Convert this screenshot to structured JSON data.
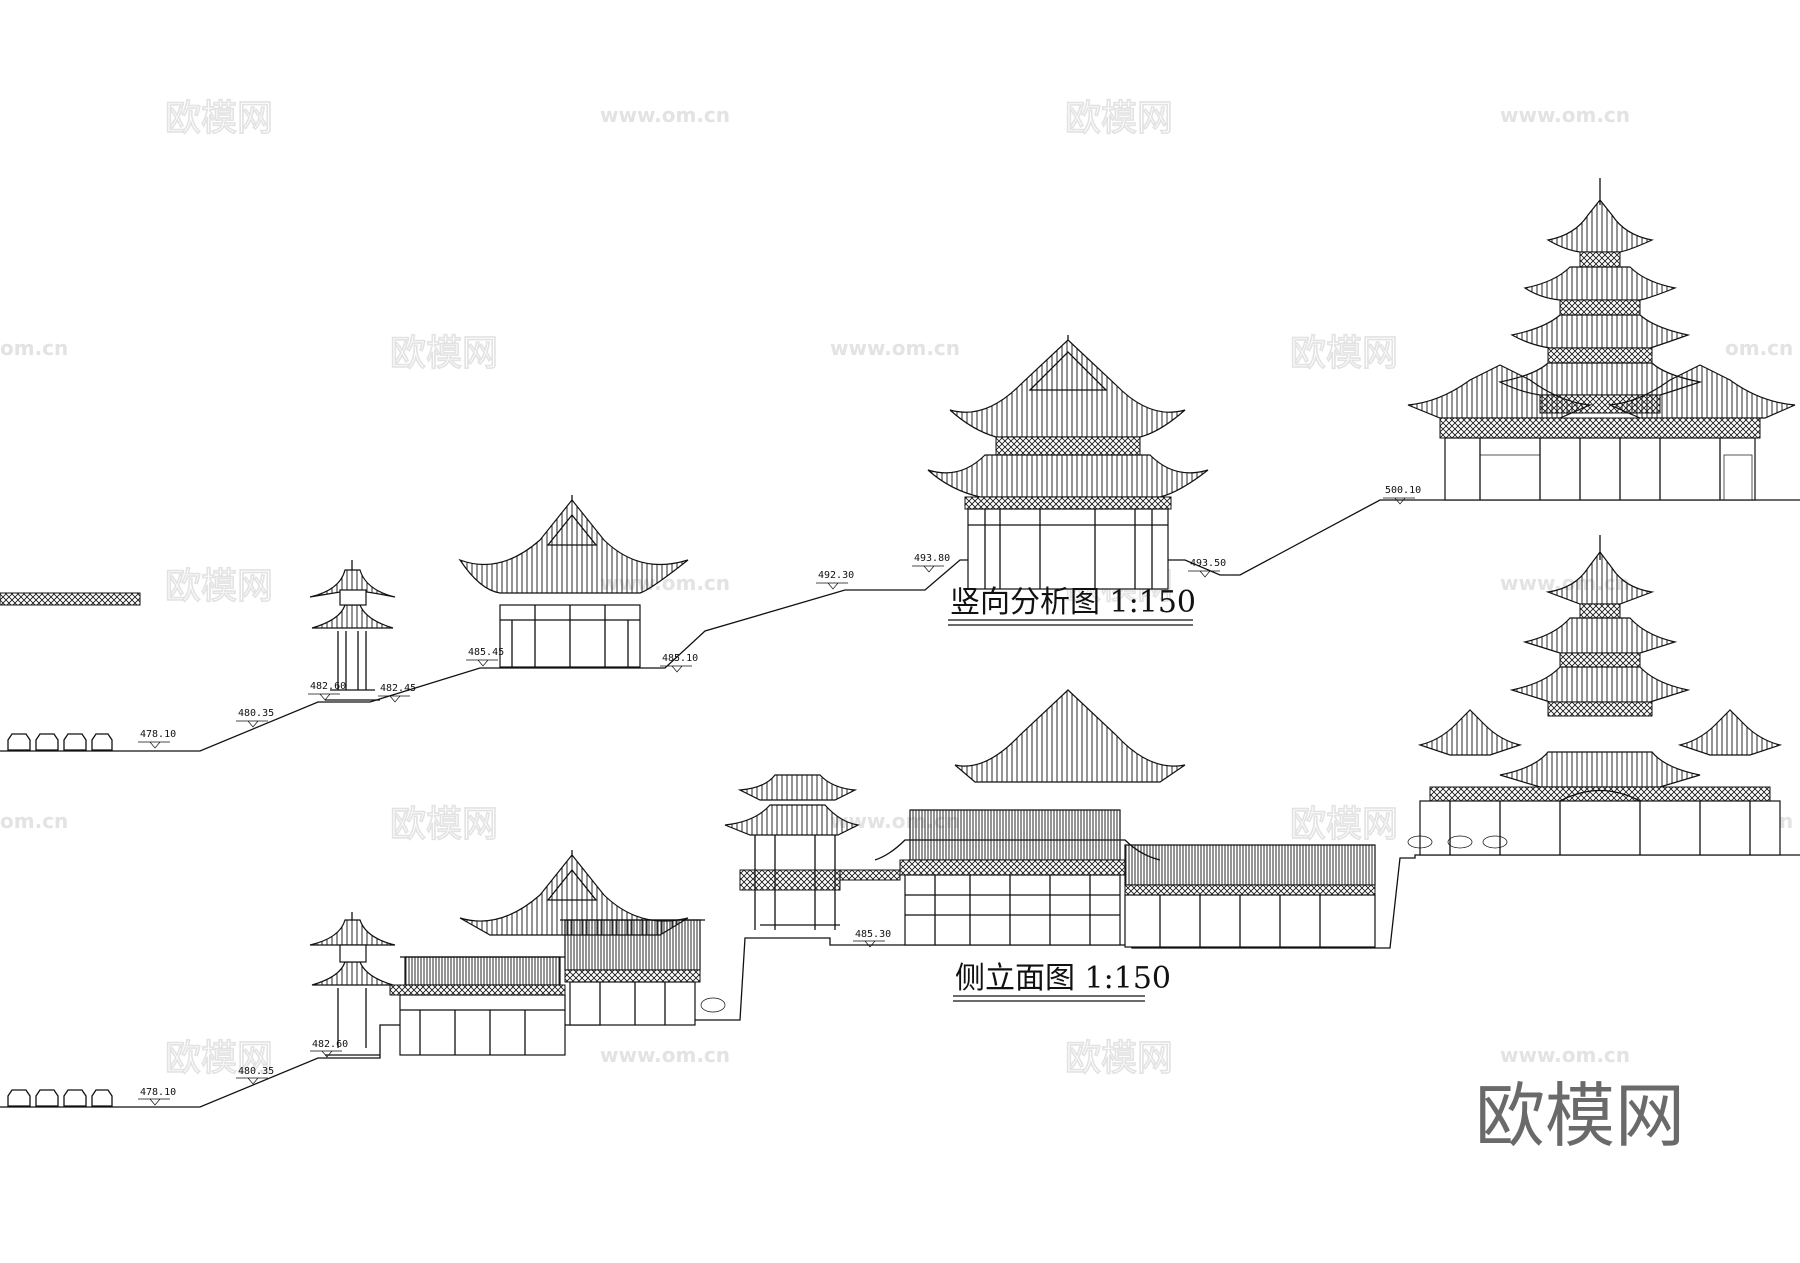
{
  "watermark": {
    "brand_cn": "欧模网",
    "url": "www.om.cn",
    "url_partial": "om.cn"
  },
  "drawings": {
    "top": {
      "title": "竖向分析图 1:150",
      "elevations": [
        "478.10",
        "480.35",
        "482.60",
        "482.45",
        "485.45",
        "485.10",
        "492.30",
        "493.80",
        "493.50",
        "500.10"
      ]
    },
    "bottom": {
      "title": "侧立面图 1:150",
      "elevations": [
        "478.10",
        "480.35",
        "482.60",
        "485.30"
      ]
    }
  },
  "logo_text": "欧模网",
  "colors": {
    "line": "#111111",
    "watermark": "#e3e3e3",
    "logo": "#6a6a6a"
  }
}
